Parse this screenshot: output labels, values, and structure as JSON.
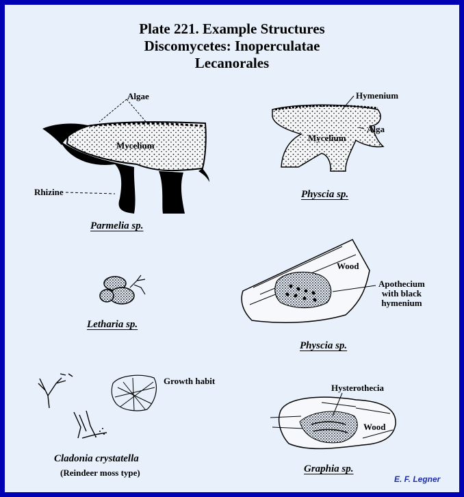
{
  "title": {
    "line1": "Plate 221.  Example Structures",
    "line2": "Discomycetes:  Inoperculatae",
    "line3": "Lecanorales"
  },
  "parmelia": {
    "caption": "Parmelia sp.",
    "labels": {
      "algae": "Algae",
      "mycelium": "Mycelium",
      "rhizine": "Rhizine"
    }
  },
  "physcia_top": {
    "caption": "Physcia sp.",
    "labels": {
      "hymenium": "Hymenium",
      "alga": "Alga",
      "mycelium": "Mycelium"
    }
  },
  "letharia": {
    "caption": "Letharia sp."
  },
  "physcia_wood": {
    "caption": "Physcia sp.",
    "labels": {
      "wood": "Wood",
      "apo1": "Apothecium",
      "apo2": "with black",
      "apo3": "hymenium"
    }
  },
  "cladonia": {
    "caption": "Cladonia crystatella",
    "subcaption": "(Reindeer moss type)",
    "labels": {
      "growth": "Growth habit"
    }
  },
  "graphia": {
    "caption": "Graphia sp.",
    "labels": {
      "hysterothecia": "Hysterothecia",
      "wood": "Wood"
    }
  },
  "credit": "E. F. Legner"
}
